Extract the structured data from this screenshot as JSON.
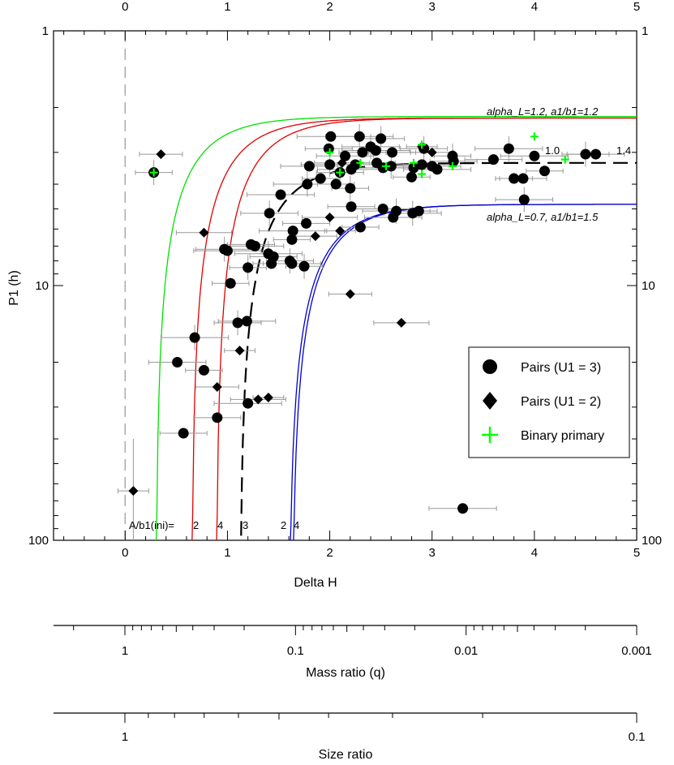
{
  "chart_data": {
    "type": "scatter",
    "xlabel": "Delta H",
    "ylabel": "P1 (h)",
    "xlim": [
      -0.7,
      5
    ],
    "ylim": [
      1,
      100
    ],
    "yscale": "log",
    "yaxis_inverted": true,
    "x_ticks": [
      "0",
      "1",
      "2",
      "3",
      "4",
      "5"
    ],
    "y_ticks": [
      "1",
      "10",
      "100"
    ],
    "secondary_axes": [
      {
        "label": "Mass ratio (q)",
        "scale": "log",
        "ticks": [
          "1",
          "0.1",
          "0.01",
          "0.001"
        ]
      },
      {
        "label": "Size ratio",
        "scale": "log",
        "ticks": [
          "1",
          "0.1"
        ]
      }
    ],
    "legend": {
      "placement": "right",
      "entries": [
        {
          "label": "Pairs (U1 = 3)",
          "marker": "circle"
        },
        {
          "label": "Pairs (U1 = 2)",
          "marker": "diamond"
        },
        {
          "label": "Binary primary",
          "marker": "plus",
          "color": "#00ff00"
        }
      ]
    },
    "colors": {
      "green": "#00e000",
      "red": "#e00000",
      "blue": "#0000d0",
      "error_bars": "#999999"
    },
    "curves": [
      {
        "color": "green",
        "asymptote_x": 0.3,
        "period_limit": 2.17,
        "style": "solid"
      },
      {
        "color": "red",
        "asymptote_x": 0.65,
        "period_limit": 2.2,
        "style": "solid"
      },
      {
        "color": "red",
        "asymptote_x": 0.89,
        "period_limit": 2.2,
        "style": "solid"
      },
      {
        "color": "black",
        "asymptote_x": 1.12,
        "period_limit": 3.3,
        "style": "dashed"
      },
      {
        "color": "blue",
        "asymptote_x": 1.6,
        "period_limit": 4.8,
        "style": "solid"
      },
      {
        "color": "blue",
        "asymptote_x": 1.63,
        "period_limit": 4.8,
        "style": "solid"
      }
    ],
    "annotations": {
      "top_curve": "alpha_L=1.2, a1/b1=1.2",
      "bottom_curve": "alpha_L=0.7, a1/b1=1.5",
      "mid_left": "1.0",
      "mid_right": "1.4",
      "ini_prefix": "A/b1(ini)=",
      "ini_values": [
        "2",
        "4",
        "3",
        "2",
        "4"
      ]
    },
    "pairs_u3": [
      {
        "x": 0.28,
        "y": 3.6
      },
      {
        "x": 0.57,
        "y": 38
      },
      {
        "x": 0.51,
        "y": 20
      },
      {
        "x": 0.68,
        "y": 16
      },
      {
        "x": 0.77,
        "y": 21.5
      },
      {
        "x": 0.9,
        "y": 33
      },
      {
        "x": 0.97,
        "y": 7.2
      },
      {
        "x": 1.0,
        "y": 7.3
      },
      {
        "x": 1.03,
        "y": 9.8
      },
      {
        "x": 1.1,
        "y": 14
      },
      {
        "x": 1.19,
        "y": 13.8
      },
      {
        "x": 1.2,
        "y": 29
      },
      {
        "x": 1.2,
        "y": 8.5
      },
      {
        "x": 1.23,
        "y": 6.9
      },
      {
        "x": 1.27,
        "y": 7.0
      },
      {
        "x": 1.4,
        "y": 7.5
      },
      {
        "x": 1.43,
        "y": 8.2
      },
      {
        "x": 1.45,
        "y": 7.7
      },
      {
        "x": 1.41,
        "y": 5.2
      },
      {
        "x": 1.52,
        "y": 4.4
      },
      {
        "x": 1.63,
        "y": 6.6
      },
      {
        "x": 1.61,
        "y": 8.0
      },
      {
        "x": 1.63,
        "y": 8.2
      },
      {
        "x": 1.64,
        "y": 6.1
      },
      {
        "x": 1.75,
        "y": 8.4
      },
      {
        "x": 1.77,
        "y": 5.7
      },
      {
        "x": 1.8,
        "y": 3.4
      },
      {
        "x": 1.78,
        "y": 4.0
      },
      {
        "x": 1.91,
        "y": 3.8
      },
      {
        "x": 1.99,
        "y": 2.9
      },
      {
        "x": 2.0,
        "y": 3.35
      },
      {
        "x": 2.01,
        "y": 2.6
      },
      {
        "x": 2.06,
        "y": 4.0
      },
      {
        "x": 2.1,
        "y": 3.6
      },
      {
        "x": 2.15,
        "y": 3.1
      },
      {
        "x": 2.21,
        "y": 3.5
      },
      {
        "x": 2.2,
        "y": 4.15
      },
      {
        "x": 2.21,
        "y": 4.9
      },
      {
        "x": 2.25,
        "y": 3.35
      },
      {
        "x": 2.29,
        "y": 2.6
      },
      {
        "x": 2.3,
        "y": 5.9
      },
      {
        "x": 2.32,
        "y": 3.0
      },
      {
        "x": 2.4,
        "y": 2.85
      },
      {
        "x": 2.45,
        "y": 2.95
      },
      {
        "x": 2.46,
        "y": 3.3
      },
      {
        "x": 2.5,
        "y": 2.65
      },
      {
        "x": 2.52,
        "y": 3.45
      },
      {
        "x": 2.52,
        "y": 5.0
      },
      {
        "x": 2.6,
        "y": 3.4
      },
      {
        "x": 2.61,
        "y": 3.0
      },
      {
        "x": 2.62,
        "y": 5.4
      },
      {
        "x": 2.65,
        "y": 5.1
      },
      {
        "x": 2.8,
        "y": 3.75
      },
      {
        "x": 2.82,
        "y": 3.45
      },
      {
        "x": 2.81,
        "y": 5.2
      },
      {
        "x": 2.9,
        "y": 3.35
      },
      {
        "x": 2.87,
        "y": 5.1
      },
      {
        "x": 2.92,
        "y": 2.9
      },
      {
        "x": 3.0,
        "y": 3.4
      },
      {
        "x": 3.05,
        "y": 3.5
      },
      {
        "x": 3.2,
        "y": 3.1
      },
      {
        "x": 3.21,
        "y": 3.25
      },
      {
        "x": 3.6,
        "y": 3.2
      },
      {
        "x": 3.75,
        "y": 2.9
      },
      {
        "x": 3.8,
        "y": 3.8
      },
      {
        "x": 3.89,
        "y": 3.8
      },
      {
        "x": 3.9,
        "y": 4.6
      },
      {
        "x": 4.0,
        "y": 3.1
      },
      {
        "x": 4.1,
        "y": 3.55
      },
      {
        "x": 4.5,
        "y": 3.05
      },
      {
        "x": 4.6,
        "y": 3.05
      },
      {
        "x": 3.3,
        "y": 75
      }
    ],
    "pairs_u2": [
      {
        "x": 0.08,
        "y": 64
      },
      {
        "x": 0.35,
        "y": 3.05
      },
      {
        "x": 0.77,
        "y": 6.2
      },
      {
        "x": 1.12,
        "y": 18
      },
      {
        "x": 0.9,
        "y": 25
      },
      {
        "x": 1.3,
        "y": 28
      },
      {
        "x": 1.4,
        "y": 27.5
      },
      {
        "x": 1.86,
        "y": 6.4
      },
      {
        "x": 2.0,
        "y": 5.4
      },
      {
        "x": 2.1,
        "y": 6.1
      },
      {
        "x": 2.2,
        "y": 10.8
      },
      {
        "x": 2.7,
        "y": 14
      },
      {
        "x": 2.9,
        "y": 2.85
      },
      {
        "x": 3.0,
        "y": 3.0
      },
      {
        "x": 2.12,
        "y": 3.3
      }
    ],
    "binary_primary": [
      {
        "x": 0.28,
        "y": 3.6
      },
      {
        "x": 2.0,
        "y": 3.0
      },
      {
        "x": 2.1,
        "y": 3.6
      },
      {
        "x": 2.3,
        "y": 3.3
      },
      {
        "x": 2.55,
        "y": 3.4
      },
      {
        "x": 2.82,
        "y": 3.3
      },
      {
        "x": 2.9,
        "y": 2.8
      },
      {
        "x": 2.9,
        "y": 3.65
      },
      {
        "x": 3.2,
        "y": 3.4
      },
      {
        "x": 4.0,
        "y": 2.6
      },
      {
        "x": 4.3,
        "y": 3.2
      }
    ]
  }
}
